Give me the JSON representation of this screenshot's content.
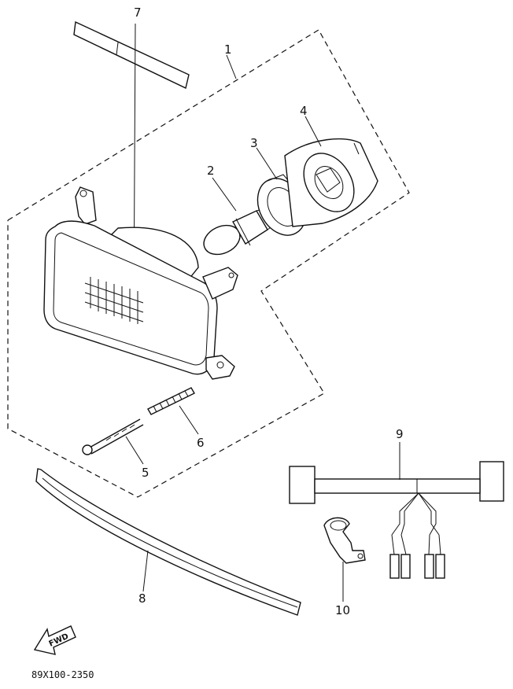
{
  "diagram": {
    "parts": [
      {
        "number": "1"
      },
      {
        "number": "2"
      },
      {
        "number": "3"
      },
      {
        "number": "4"
      },
      {
        "number": "5"
      },
      {
        "number": "6"
      },
      {
        "number": "7"
      },
      {
        "number": "8"
      },
      {
        "number": "9"
      },
      {
        "number": "10"
      }
    ],
    "fwd_label": "FWD",
    "drawing_code": "89X100-2350"
  }
}
